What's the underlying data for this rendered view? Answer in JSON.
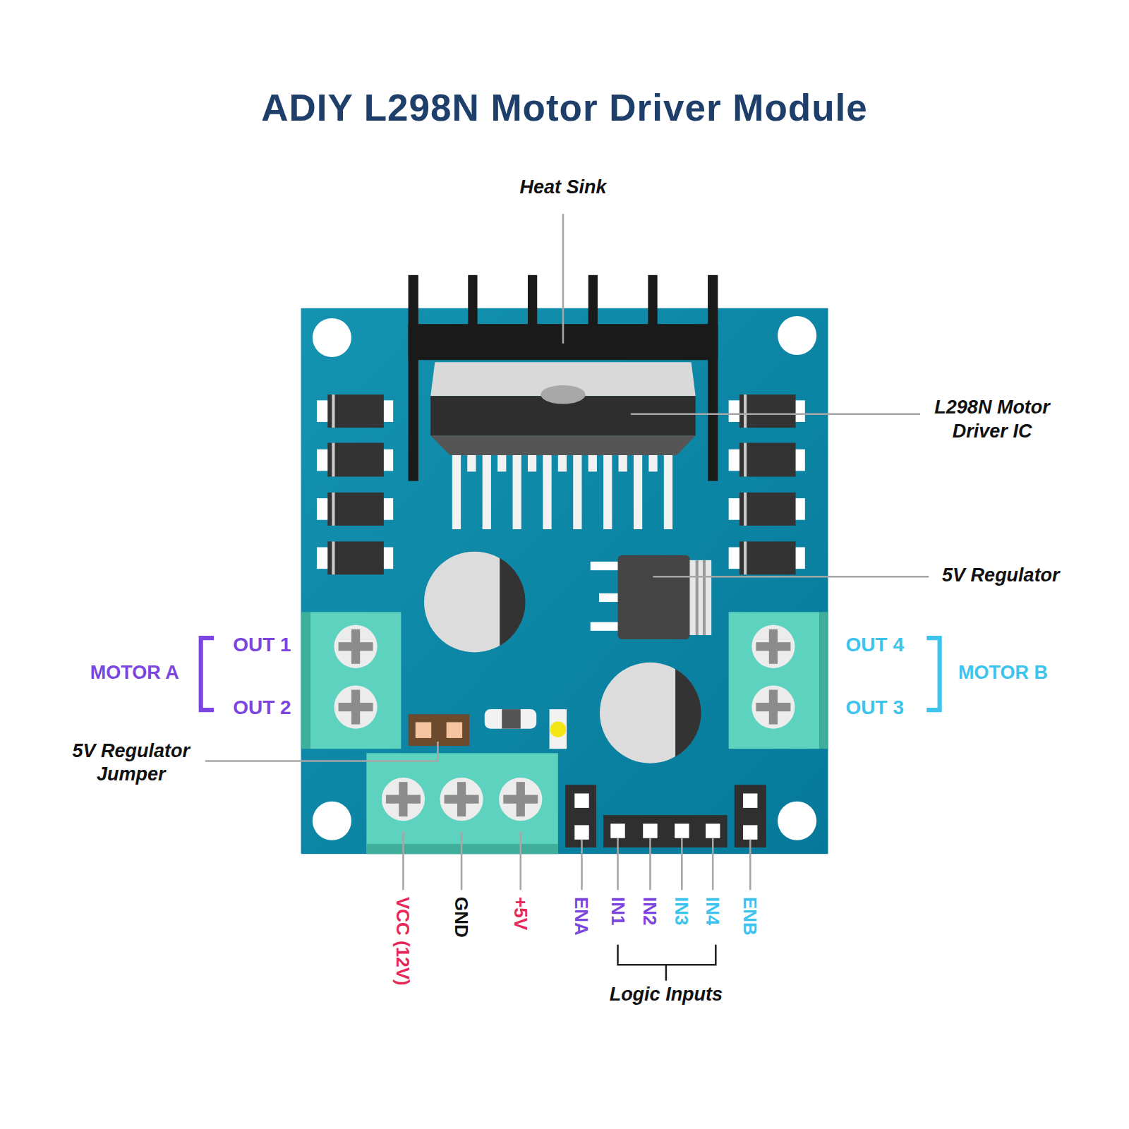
{
  "diagram": {
    "title": "ADIY L298N Motor Driver Module",
    "labels": [
      "Heat Sink",
      "L298N Motor Driver IC",
      "5V Regulator",
      "5V Regulator Jumper",
      "MOTOR A",
      "OUT 1",
      "OUT 2",
      "MOTOR B",
      "OUT 4",
      "OUT 3",
      "VCC (12V)",
      "GND",
      "+5V",
      "ENA",
      "IN1",
      "IN2",
      "IN3",
      "IN4",
      "ENB",
      "Logic Inputs"
    ]
  }
}
